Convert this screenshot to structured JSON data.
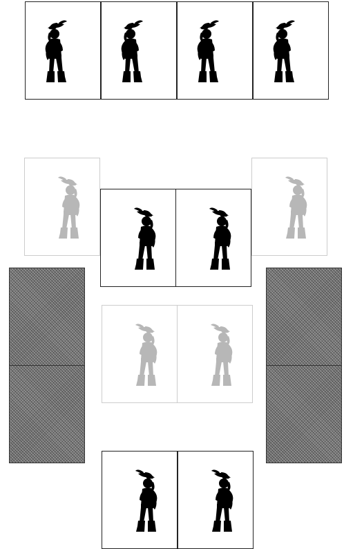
{
  "game": {
    "cards": [
      {
        "id": "top-1",
        "kind": "musketeer",
        "state": "active",
        "facing": "right"
      },
      {
        "id": "top-2",
        "kind": "musketeer",
        "state": "active",
        "facing": "right"
      },
      {
        "id": "top-3",
        "kind": "musketeer",
        "state": "active",
        "facing": "right"
      },
      {
        "id": "top-4",
        "kind": "musketeer",
        "state": "active",
        "facing": "right"
      },
      {
        "id": "ghost-left",
        "kind": "musketeer",
        "state": "faded",
        "facing": "left"
      },
      {
        "id": "ghost-right",
        "kind": "musketeer",
        "state": "faded",
        "facing": "left"
      },
      {
        "id": "mid-1",
        "kind": "musketeer",
        "state": "active",
        "facing": "left"
      },
      {
        "id": "mid-2",
        "kind": "musketeer",
        "state": "active",
        "facing": "left"
      },
      {
        "id": "ghost-mid-1",
        "kind": "musketeer",
        "state": "faded",
        "facing": "left"
      },
      {
        "id": "ghost-mid-2",
        "kind": "musketeer",
        "state": "faded",
        "facing": "left"
      },
      {
        "id": "bottom-1",
        "kind": "musketeer",
        "state": "active",
        "facing": "left"
      },
      {
        "id": "bottom-2",
        "kind": "musketeer",
        "state": "active",
        "facing": "left"
      },
      {
        "id": "left-stack-1",
        "kind": "card-back",
        "state": "face-down"
      },
      {
        "id": "left-stack-2",
        "kind": "card-back",
        "state": "face-down"
      },
      {
        "id": "right-stack-1",
        "kind": "card-back",
        "state": "face-down"
      },
      {
        "id": "right-stack-2",
        "kind": "card-back",
        "state": "face-down"
      }
    ],
    "colors": {
      "ink": "#111111",
      "faded_border": "#cccccc",
      "card_back": "#7a7a7a",
      "background": "#ffffff"
    }
  }
}
